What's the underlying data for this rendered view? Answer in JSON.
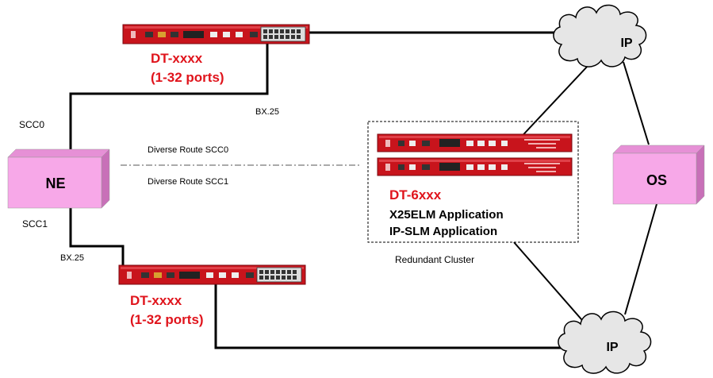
{
  "nodes": {
    "ne": {
      "label": "NE"
    },
    "os": {
      "label": "OS"
    },
    "ip_top": {
      "label": "IP"
    },
    "ip_bottom": {
      "label": "IP"
    }
  },
  "devices": {
    "top": {
      "name": "DT-xxxx",
      "ports": "(1-32 ports)"
    },
    "bottom": {
      "name": "DT-xxxx",
      "ports": "(1-32 ports)"
    },
    "cluster": {
      "name": "DT-6xxx",
      "app1": "X25ELM Application",
      "app2": "IP-SLM Application",
      "caption": "Redundant Cluster"
    }
  },
  "links": {
    "scc0": "SCC0",
    "scc1": "SCC1",
    "bx25_top": "BX.25",
    "bx25_bottom": "BX.25",
    "diverse0": "Diverse Route SCC0",
    "diverse1": "Diverse Route SCC1"
  },
  "colors": {
    "device_red": "#c8141c",
    "label_red": "#e0141c",
    "box_pink": "#f7a8e8"
  }
}
